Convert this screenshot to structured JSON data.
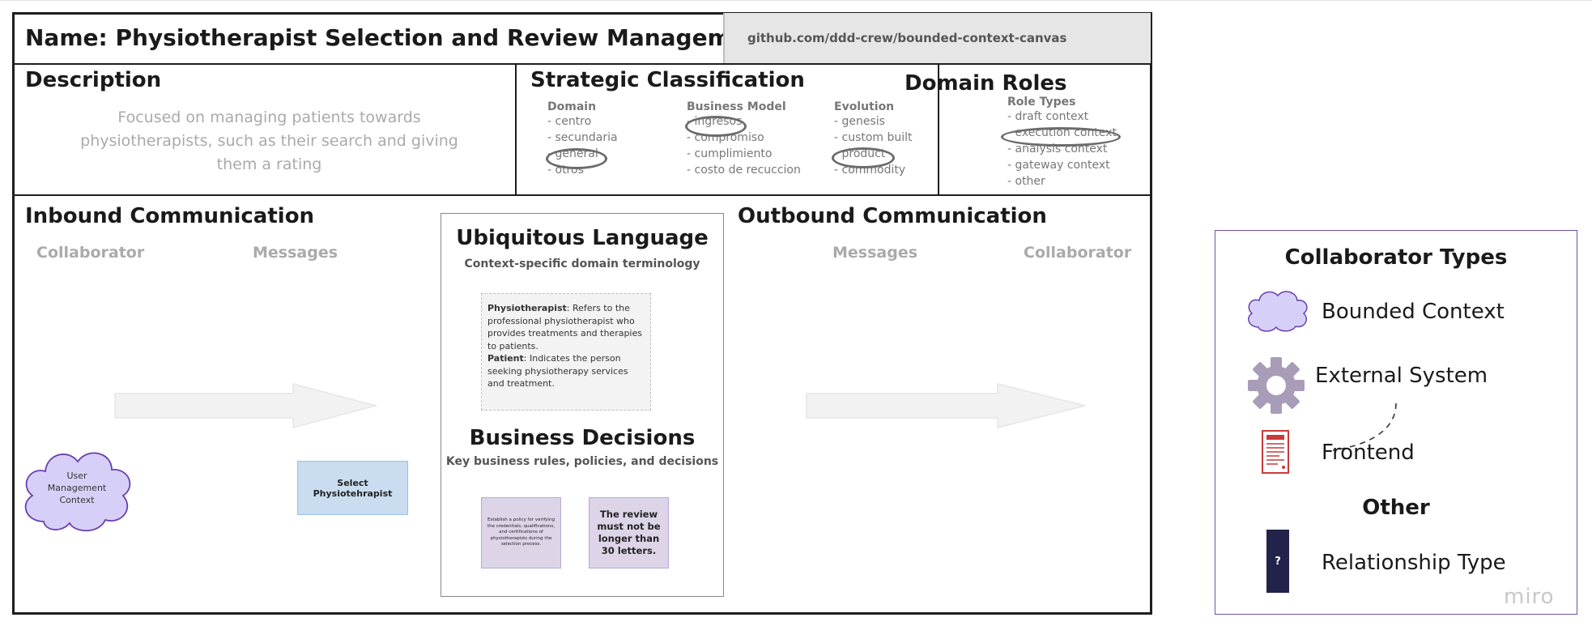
{
  "canvas": {
    "name": "Name: Physiotherapist Selection and Review Management Co",
    "source": "github.com/ddd-crew/bounded-context-canvas"
  },
  "description": {
    "title": "Description",
    "text": "Focused on managing patients towards physiotherapists, such as their search and giving them a rating"
  },
  "strategic": {
    "title": "Strategic Classification",
    "domain": {
      "heading": "Domain",
      "items": [
        "- centro",
        "- secundaria",
        "- general",
        "- otros"
      ],
      "selected": "- general"
    },
    "business_model": {
      "heading": "Business Model",
      "items": [
        "- ingresos",
        "- compromiso",
        "- cumplimiento",
        "- costo de recuccion"
      ],
      "selected": "- ingresos"
    },
    "evolution": {
      "heading": "Evolution",
      "items": [
        "- genesis",
        "- custom built",
        "- product",
        "- commodity"
      ],
      "selected": "- product"
    }
  },
  "domain_roles": {
    "title": "Domain Roles",
    "heading": "Role Types",
    "items": [
      "- draft context",
      "- execution context",
      "- analysis context",
      "- gateway context",
      "- other"
    ],
    "selected": "- execution context"
  },
  "inbound": {
    "title": "Inbound Communication",
    "collaborator_label": "Collaborator",
    "messages_label": "Messages",
    "collaborator": "User Management Context",
    "message": "Select Physiotehrapist"
  },
  "outbound": {
    "title": "Outbound Communication",
    "messages_label": "Messages",
    "collaborator_label": "Collaborator"
  },
  "ubiquitous": {
    "title": "Ubiquitous Language",
    "subtitle": "Context-specific domain terminology",
    "terms": [
      {
        "term": "Physiotherapist",
        "definition": ": Refers to the professional physiotherapist who provides treatments and therapies to patients."
      },
      {
        "term": "Patient",
        "definition": ": Indicates the person seeking physiotherapy services and treatment."
      }
    ]
  },
  "decisions": {
    "title": "Business Decisions",
    "subtitle": "Key business rules, policies, and decisions",
    "items": [
      "Establish a policy for verifying the credentials, qualifications, and certifications of physiotherapists during the selection process.",
      "The review must not be longer than 30 letters."
    ]
  },
  "legend": {
    "title": "Collaborator Types",
    "bounded_context": "Bounded Context",
    "external_system": "External System",
    "frontend": "Frontend",
    "other_title": "Other",
    "relationship": "Relationship Type",
    "relationship_symbol": "?",
    "brand": "miro"
  },
  "colors": {
    "cloud_fill": "#d6d0f8",
    "cloud_stroke": "#6a3fb0",
    "message_fill": "#c9dcf0",
    "sticky_fill": "#ddd4e8",
    "gear": "#a89cb8",
    "frontend": "#c93a3a",
    "relationship": "#22224a",
    "legend_border": "#6b52b0"
  }
}
